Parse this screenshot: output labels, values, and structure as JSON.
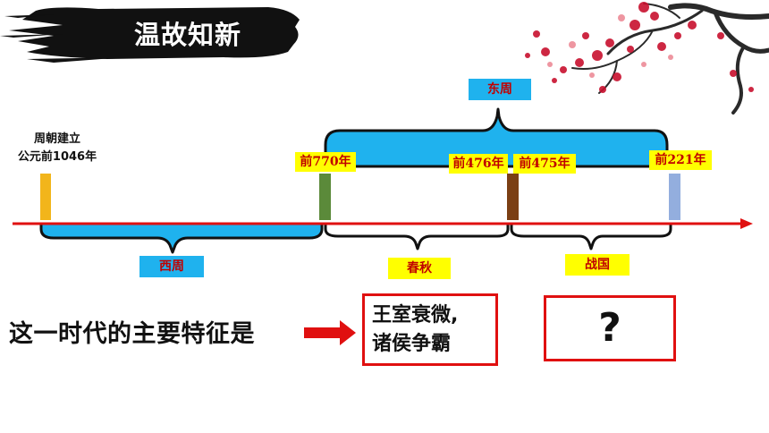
{
  "title": "温故知新",
  "timeline": {
    "founding_event": "周朝建立",
    "founding_date": "公元前1046年",
    "eastern_zhou": "东周",
    "western_zhou": "西周",
    "spring_autumn": "春秋",
    "warring_states": "战国",
    "date_770": "前770年",
    "date_476": "前476年",
    "date_475": "前475年",
    "date_221": "前221年"
  },
  "question": {
    "prompt": "这一时代的主要特征是",
    "answer_line1": "王室衰微,",
    "answer_line2": "诸侯争霸",
    "unknown": "?"
  },
  "colors": {
    "brace_fill": "#1fb2ee",
    "brace_stroke": "#111111",
    "axis": "#e01010",
    "label_bg": "#ffff00",
    "date_text": "#c00000",
    "marker_founding": "#f2b51b",
    "marker_770": "#5b8a3a",
    "marker_476": "#7b3f14",
    "marker_221": "#93aede"
  }
}
